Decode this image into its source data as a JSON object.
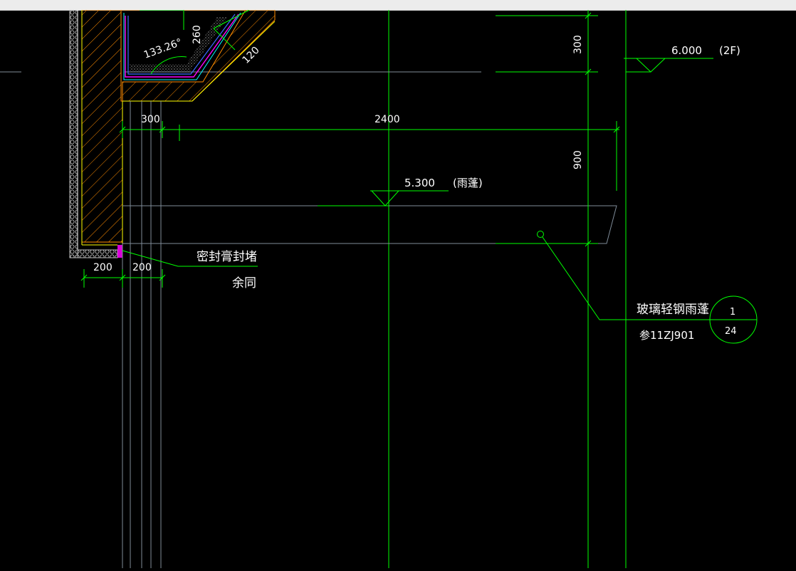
{
  "colors": {
    "background": "#000000",
    "green": "#00ff00",
    "white": "#ffffff",
    "orange": "#ff8c00",
    "yellow": "#ffff00",
    "gray": "#7f8c99",
    "magenta": "#ff00ff",
    "blue": "#3b6bff",
    "cyan": "#00ffff"
  },
  "dimensions": {
    "d300_top": "300",
    "d260": "260",
    "d120": "120",
    "d300_left": "300",
    "d2400": "2400",
    "d900": "900",
    "d200_a": "200",
    "d200_b": "200",
    "angle": "133.26°"
  },
  "elevations": {
    "el_6000": "6.000",
    "el_6000_tag": "(2F)",
    "el_5300": "5.300",
    "el_5300_tag": "(雨蓬)"
  },
  "notes": {
    "seal_line1": "密封膏封堵",
    "seal_line2": "余同",
    "canopy_title": "玻璃轻钢雨蓬",
    "canopy_ref": "参11ZJ901",
    "detail_num": "1",
    "detail_sheet": "24"
  }
}
